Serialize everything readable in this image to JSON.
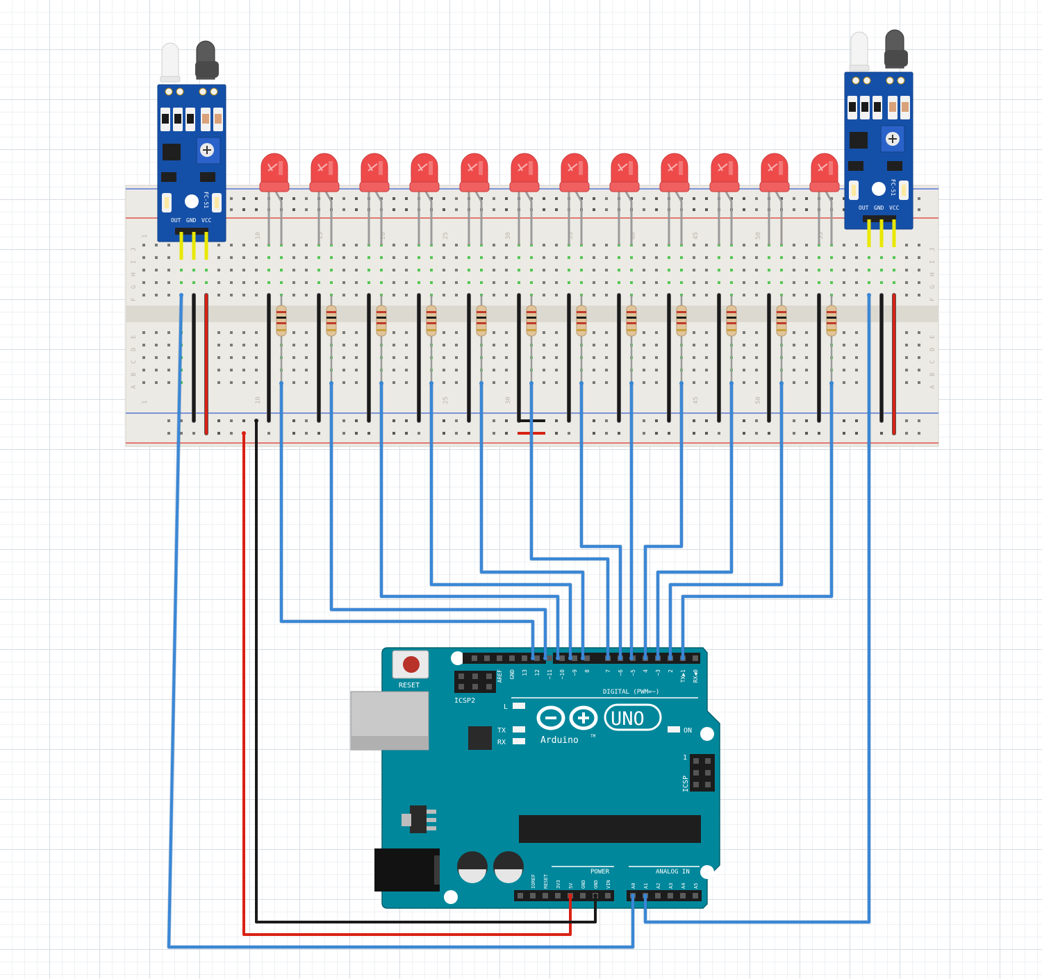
{
  "colors": {
    "board": "#00879b",
    "board_dark": "#00606f",
    "module": "#1550a8",
    "breadboard": "#eceae4",
    "wire_signal": "#3a87d6",
    "wire_power": "#d92114",
    "wire_ground": "#1a1a1a",
    "sensor_lead": "#e8e800",
    "led": "#ef4a4a"
  },
  "icons": {
    "power_led": "sun-icon",
    "reset": "button-icon",
    "logo": "infinity-icon"
  },
  "breadboard": {
    "top_rows": [
      "J",
      "I",
      "H",
      "G",
      "F"
    ],
    "bottom_rows": [
      "E",
      "D",
      "C",
      "B",
      "A"
    ],
    "column_numbers": [
      "1",
      "10",
      "15",
      "20",
      "25",
      "30",
      "35",
      "40",
      "45",
      "50",
      "55"
    ]
  },
  "sensors": [
    {
      "id": "left",
      "model": "FC-51",
      "pins": [
        "OUT",
        "GND",
        "VCC"
      ]
    },
    {
      "id": "right",
      "model": "FC-51",
      "pins": [
        "OUT",
        "GND",
        "VCC"
      ]
    }
  ],
  "leds": {
    "count": 12,
    "color": "red"
  },
  "arduino": {
    "model": "UNO",
    "brand": "Arduino",
    "brand_tm": "TM",
    "reset_label": "RESET",
    "icsp2_label": "ICSP2",
    "icsp_label": "ICSP",
    "icsp_pin1": "1",
    "digital_label": "DIGITAL (PWM=~)",
    "analog_label": "ANALOG IN",
    "power_label": "POWER",
    "on_label": "ON",
    "l_label": "L",
    "tx_label": "TX",
    "rx_label": "RX",
    "digital_pins": [
      "AREF",
      "GND",
      "13",
      "12",
      "~11",
      "~10",
      "~9",
      "8",
      "7",
      "~6",
      "~5",
      "4",
      "~3",
      "2",
      "TX▶1",
      "RX◀0"
    ],
    "power_pins": [
      "IOREF",
      "RESET",
      "3V3",
      "5V",
      "GND",
      "GND",
      "VIN"
    ],
    "analog_pins": [
      "A0",
      "A1",
      "A2",
      "A3",
      "A4",
      "A5"
    ]
  },
  "connections": [
    {
      "from": "left sensor OUT",
      "to": "A0",
      "color": "blue"
    },
    {
      "from": "right sensor OUT",
      "to": "A1",
      "color": "blue"
    },
    {
      "from": "breadboard + rail",
      "to": "5V",
      "color": "red"
    },
    {
      "from": "breadboard - rail",
      "to": "GND",
      "color": "black"
    },
    {
      "from": "LED 1-6",
      "to": "pins 12,11,10,9,8,7",
      "color": "blue"
    },
    {
      "from": "LED 7-12",
      "to": "pins 6,5,4,3,2,1",
      "color": "blue"
    }
  ]
}
